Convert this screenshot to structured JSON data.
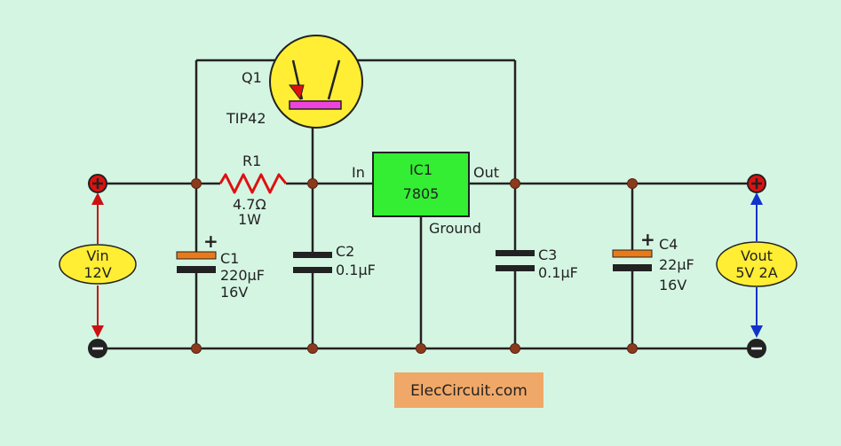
{
  "transistor": {
    "ref": "Q1",
    "part": "TIP42"
  },
  "resistor": {
    "ref": "R1",
    "value": "4.7Ω",
    "power": "1W"
  },
  "regulator": {
    "ref": "IC1",
    "part": "7805",
    "pin_in": "In",
    "pin_out": "Out",
    "pin_ground": "Ground"
  },
  "capacitors": [
    {
      "ref": "C1",
      "value": "220µF",
      "voltage": "16V",
      "polarized": true,
      "plus": "+"
    },
    {
      "ref": "C2",
      "value": "0.1µF",
      "polarized": false
    },
    {
      "ref": "C3",
      "value": "0.1µF",
      "polarized": false
    },
    {
      "ref": "C4",
      "value": "22µF",
      "voltage": "16V",
      "polarized": true,
      "plus": "+"
    }
  ],
  "input": {
    "label": "Vin",
    "value": "12V"
  },
  "output": {
    "label": "Vout",
    "value": "5V 2A"
  },
  "watermark": "ElecCircuit.com",
  "colors": {
    "background": "#d5f5e3",
    "transistor_body": "#ffee33",
    "regulator_body": "#33ee33",
    "resistor": "#dd1111",
    "polarized_plate": "#e87a1a",
    "badge": "#ffee33",
    "watermark_bg": "#f0a868",
    "input_arrow": "#cc1111",
    "output_arrow": "#1133cc",
    "node": "#8b3a1e"
  }
}
